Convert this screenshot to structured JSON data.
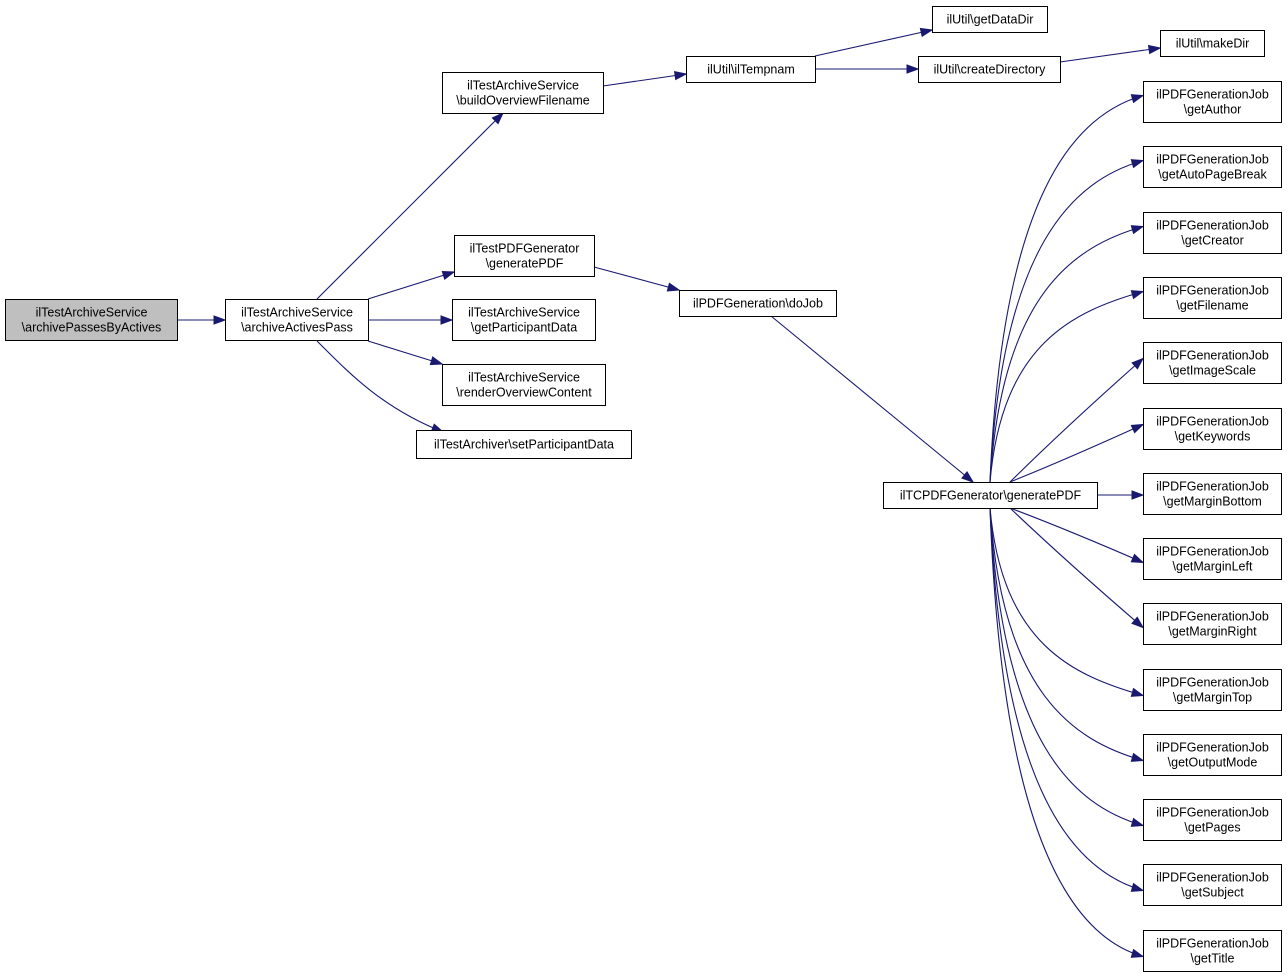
{
  "colors": {
    "edge": "#191970",
    "node_border": "#000000",
    "node_fill": "#ffffff",
    "root_fill": "#bfbfbf"
  },
  "nodes": {
    "archivePassesByActives": {
      "lines": [
        "ilTestArchiveService",
        "\\archivePassesByActives"
      ],
      "root": true
    },
    "archiveActivesPass": {
      "lines": [
        "ilTestArchiveService",
        "\\archiveActivesPass"
      ]
    },
    "buildOverviewFilename": {
      "lines": [
        "ilTestArchiveService",
        "\\buildOverviewFilename"
      ]
    },
    "generatePDF_test": {
      "lines": [
        "ilTestPDFGenerator",
        "\\generatePDF"
      ]
    },
    "getParticipantData": {
      "lines": [
        "ilTestArchiveService",
        "\\getParticipantData"
      ]
    },
    "renderOverviewContent": {
      "lines": [
        "ilTestArchiveService",
        "\\renderOverviewContent"
      ]
    },
    "setParticipantData": {
      "lines": [
        "ilTestArchiver\\setParticipantData"
      ]
    },
    "ilTempnam": {
      "lines": [
        "ilUtil\\ilTempnam"
      ]
    },
    "getDataDir": {
      "lines": [
        "ilUtil\\getDataDir"
      ]
    },
    "createDirectory": {
      "lines": [
        "ilUtil\\createDirectory"
      ]
    },
    "makeDir": {
      "lines": [
        "ilUtil\\makeDir"
      ]
    },
    "doJob": {
      "lines": [
        "ilPDFGeneration\\doJob"
      ]
    },
    "tcpdf_generatePDF": {
      "lines": [
        "ilTCPDFGenerator\\generatePDF"
      ]
    },
    "getAuthor": {
      "lines": [
        "ilPDFGenerationJob",
        "\\getAuthor"
      ]
    },
    "getAutoPageBreak": {
      "lines": [
        "ilPDFGenerationJob",
        "\\getAutoPageBreak"
      ]
    },
    "getCreator": {
      "lines": [
        "ilPDFGenerationJob",
        "\\getCreator"
      ]
    },
    "getFilename": {
      "lines": [
        "ilPDFGenerationJob",
        "\\getFilename"
      ]
    },
    "getImageScale": {
      "lines": [
        "ilPDFGenerationJob",
        "\\getImageScale"
      ]
    },
    "getKeywords": {
      "lines": [
        "ilPDFGenerationJob",
        "\\getKeywords"
      ]
    },
    "getMarginBottom": {
      "lines": [
        "ilPDFGenerationJob",
        "\\getMarginBottom"
      ]
    },
    "getMarginLeft": {
      "lines": [
        "ilPDFGenerationJob",
        "\\getMarginLeft"
      ]
    },
    "getMarginRight": {
      "lines": [
        "ilPDFGenerationJob",
        "\\getMarginRight"
      ]
    },
    "getMarginTop": {
      "lines": [
        "ilPDFGenerationJob",
        "\\getMarginTop"
      ]
    },
    "getOutputMode": {
      "lines": [
        "ilPDFGenerationJob",
        "\\getOutputMode"
      ]
    },
    "getPages": {
      "lines": [
        "ilPDFGenerationJob",
        "\\getPages"
      ]
    },
    "getSubject": {
      "lines": [
        "ilPDFGenerationJob",
        "\\getSubject"
      ]
    },
    "getTitle": {
      "lines": [
        "ilPDFGenerationJob",
        "\\getTitle"
      ]
    }
  },
  "edges": [
    [
      "archivePassesByActives",
      "archiveActivesPass"
    ],
    [
      "archiveActivesPass",
      "buildOverviewFilename"
    ],
    [
      "archiveActivesPass",
      "generatePDF_test"
    ],
    [
      "archiveActivesPass",
      "getParticipantData"
    ],
    [
      "archiveActivesPass",
      "renderOverviewContent"
    ],
    [
      "archiveActivesPass",
      "setParticipantData"
    ],
    [
      "buildOverviewFilename",
      "ilTempnam"
    ],
    [
      "ilTempnam",
      "getDataDir"
    ],
    [
      "ilTempnam",
      "createDirectory"
    ],
    [
      "createDirectory",
      "makeDir"
    ],
    [
      "generatePDF_test",
      "doJob"
    ],
    [
      "doJob",
      "tcpdf_generatePDF"
    ],
    [
      "tcpdf_generatePDF",
      "getAuthor"
    ],
    [
      "tcpdf_generatePDF",
      "getAutoPageBreak"
    ],
    [
      "tcpdf_generatePDF",
      "getCreator"
    ],
    [
      "tcpdf_generatePDF",
      "getFilename"
    ],
    [
      "tcpdf_generatePDF",
      "getImageScale"
    ],
    [
      "tcpdf_generatePDF",
      "getKeywords"
    ],
    [
      "tcpdf_generatePDF",
      "getMarginBottom"
    ],
    [
      "tcpdf_generatePDF",
      "getMarginLeft"
    ],
    [
      "tcpdf_generatePDF",
      "getMarginRight"
    ],
    [
      "tcpdf_generatePDF",
      "getMarginTop"
    ],
    [
      "tcpdf_generatePDF",
      "getOutputMode"
    ],
    [
      "tcpdf_generatePDF",
      "getPages"
    ],
    [
      "tcpdf_generatePDF",
      "getSubject"
    ],
    [
      "tcpdf_generatePDF",
      "getTitle"
    ]
  ]
}
